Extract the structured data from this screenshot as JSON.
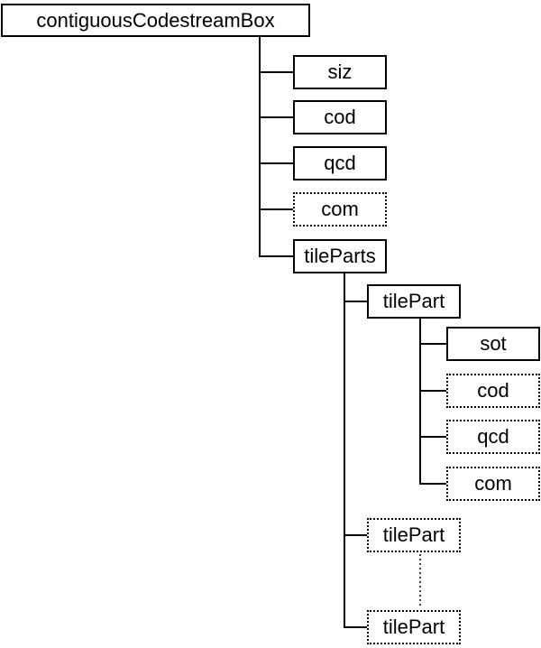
{
  "nodes": {
    "root": {
      "label": "contiguousCodestreamBox",
      "style": "solid"
    },
    "siz": {
      "label": "siz",
      "style": "solid"
    },
    "cod": {
      "label": "cod",
      "style": "solid"
    },
    "qcd": {
      "label": "qcd",
      "style": "solid"
    },
    "com": {
      "label": "com",
      "style": "dotted"
    },
    "tileParts": {
      "label": "tileParts",
      "style": "solid"
    },
    "tilePart1": {
      "label": "tilePart",
      "style": "solid"
    },
    "sot": {
      "label": "sot",
      "style": "solid"
    },
    "tp_cod": {
      "label": "cod",
      "style": "dotted"
    },
    "tp_qcd": {
      "label": "qcd",
      "style": "dotted"
    },
    "tp_com": {
      "label": "com",
      "style": "dotted"
    },
    "tilePart2": {
      "label": "tilePart",
      "style": "dotted"
    },
    "tilePartN": {
      "label": "tilePart",
      "style": "dotted"
    }
  },
  "colors": {
    "line": "#000000",
    "box_border": "#000000",
    "background": "#ffffff"
  }
}
